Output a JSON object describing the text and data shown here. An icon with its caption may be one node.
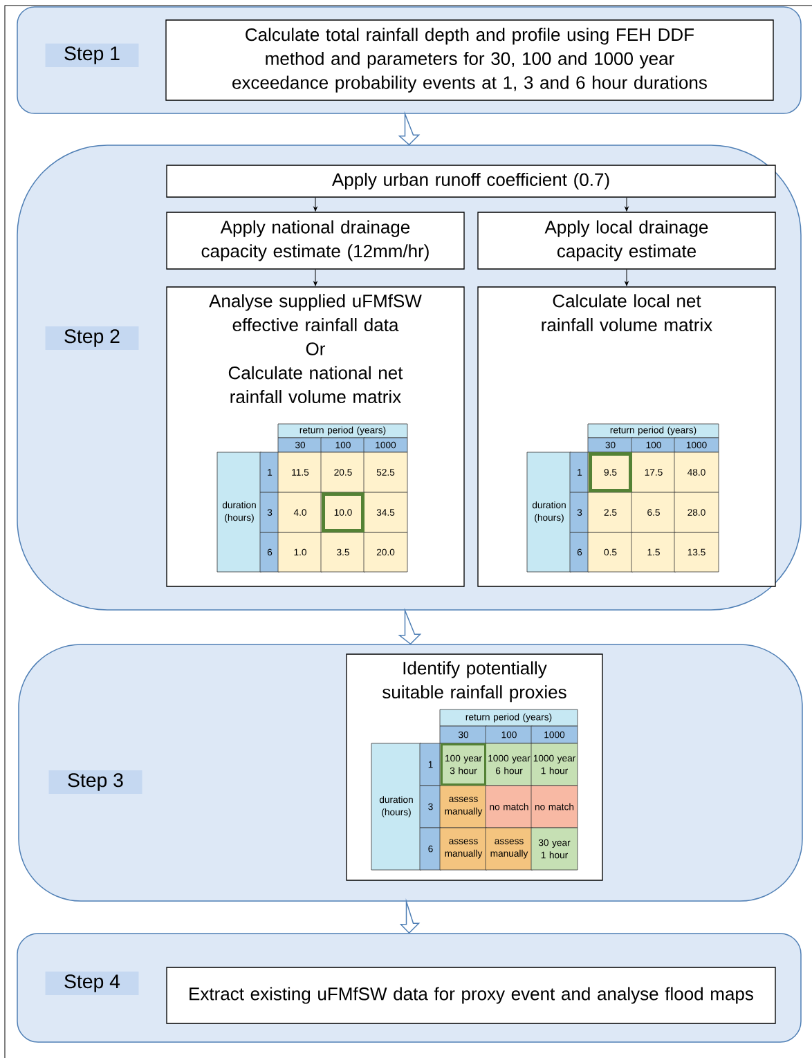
{
  "diagram": {
    "nodes": [
      {
        "text": [
          "Step 1"
        ]
      },
      {
        "text": [
          "Calculate total rainfall depth and profile using FEH DDF method and parameters for 30, 100 and 1000 year exceedance probability events at 1, 3 and 6 hour durations"
        ],
        "in": 0
      },
      {
        "text": [
          "Step 2"
        ]
      },
      {
        "text": [
          "Apply urban runoff coefficient (0.7)"
        ],
        "in": 2
      },
      {
        "text": [
          "Apply national drainage capacity estimate (12mm/hr)"
        ],
        "in": 2
      },
      {
        "text": [
          "Apply local drainage capacity estimate"
        ],
        "in": 2
      },
      {
        "text": [
          "Analyse supplied uFMfSW effective rainfall data",
          "Or",
          "Calculate national net rainfall volume matrix"
        ],
        "in": 2
      },
      {
        "text": [
          "Calculate local net rainfall volume matrix"
        ],
        "in": 2
      },
      {
        "text": [
          "Step 3"
        ]
      },
      {
        "text": [
          "Identify potentially suitable rainfall proxies"
        ],
        "in": 8
      },
      {
        "text": [
          "Step 4"
        ]
      },
      {
        "text": [
          "Extract existing uFMfSW data for proxy event and analyse flood maps"
        ],
        "in": 10
      }
    ],
    "edges": [
      {
        "from": 0,
        "to": 2,
        "arrow": "to",
        "style": "thick"
      },
      {
        "from": 3,
        "to": 4,
        "arrow": "to"
      },
      {
        "from": 3,
        "to": 5,
        "arrow": "to"
      },
      {
        "from": 4,
        "to": 6,
        "arrow": "to"
      },
      {
        "from": 5,
        "to": 7,
        "arrow": "to"
      },
      {
        "from": 2,
        "to": 8,
        "arrow": "to",
        "style": "thick"
      },
      {
        "from": 8,
        "to": 10,
        "arrow": "to",
        "style": "thick"
      }
    ],
    "labels": [
      "return period (years)",
      "30",
      "100",
      "1000",
      "duration (hours)",
      "1",
      "11.5",
      "20.5",
      "52.5",
      "3",
      "4.0",
      "10.0",
      "34.5",
      "6",
      "1.0",
      "3.5",
      "20.0",
      "return period (years)",
      "30",
      "100",
      "1000",
      "duration (hours)",
      "1",
      "9.5",
      "17.5",
      "48.0",
      "3",
      "2.5",
      "6.5",
      "28.0",
      "6",
      "0.5",
      "1.5",
      "13.5",
      "return period (years)",
      "30",
      "100",
      "1000",
      "duration (hours)",
      "1",
      "100 year 3 hour",
      "1000 year 6 hour",
      "1000 year 1 hour",
      "3",
      "assess manually",
      "no match",
      "no match",
      "6",
      "assess manually",
      "assess manually",
      "30 year 1 hour"
    ]
  }
}
